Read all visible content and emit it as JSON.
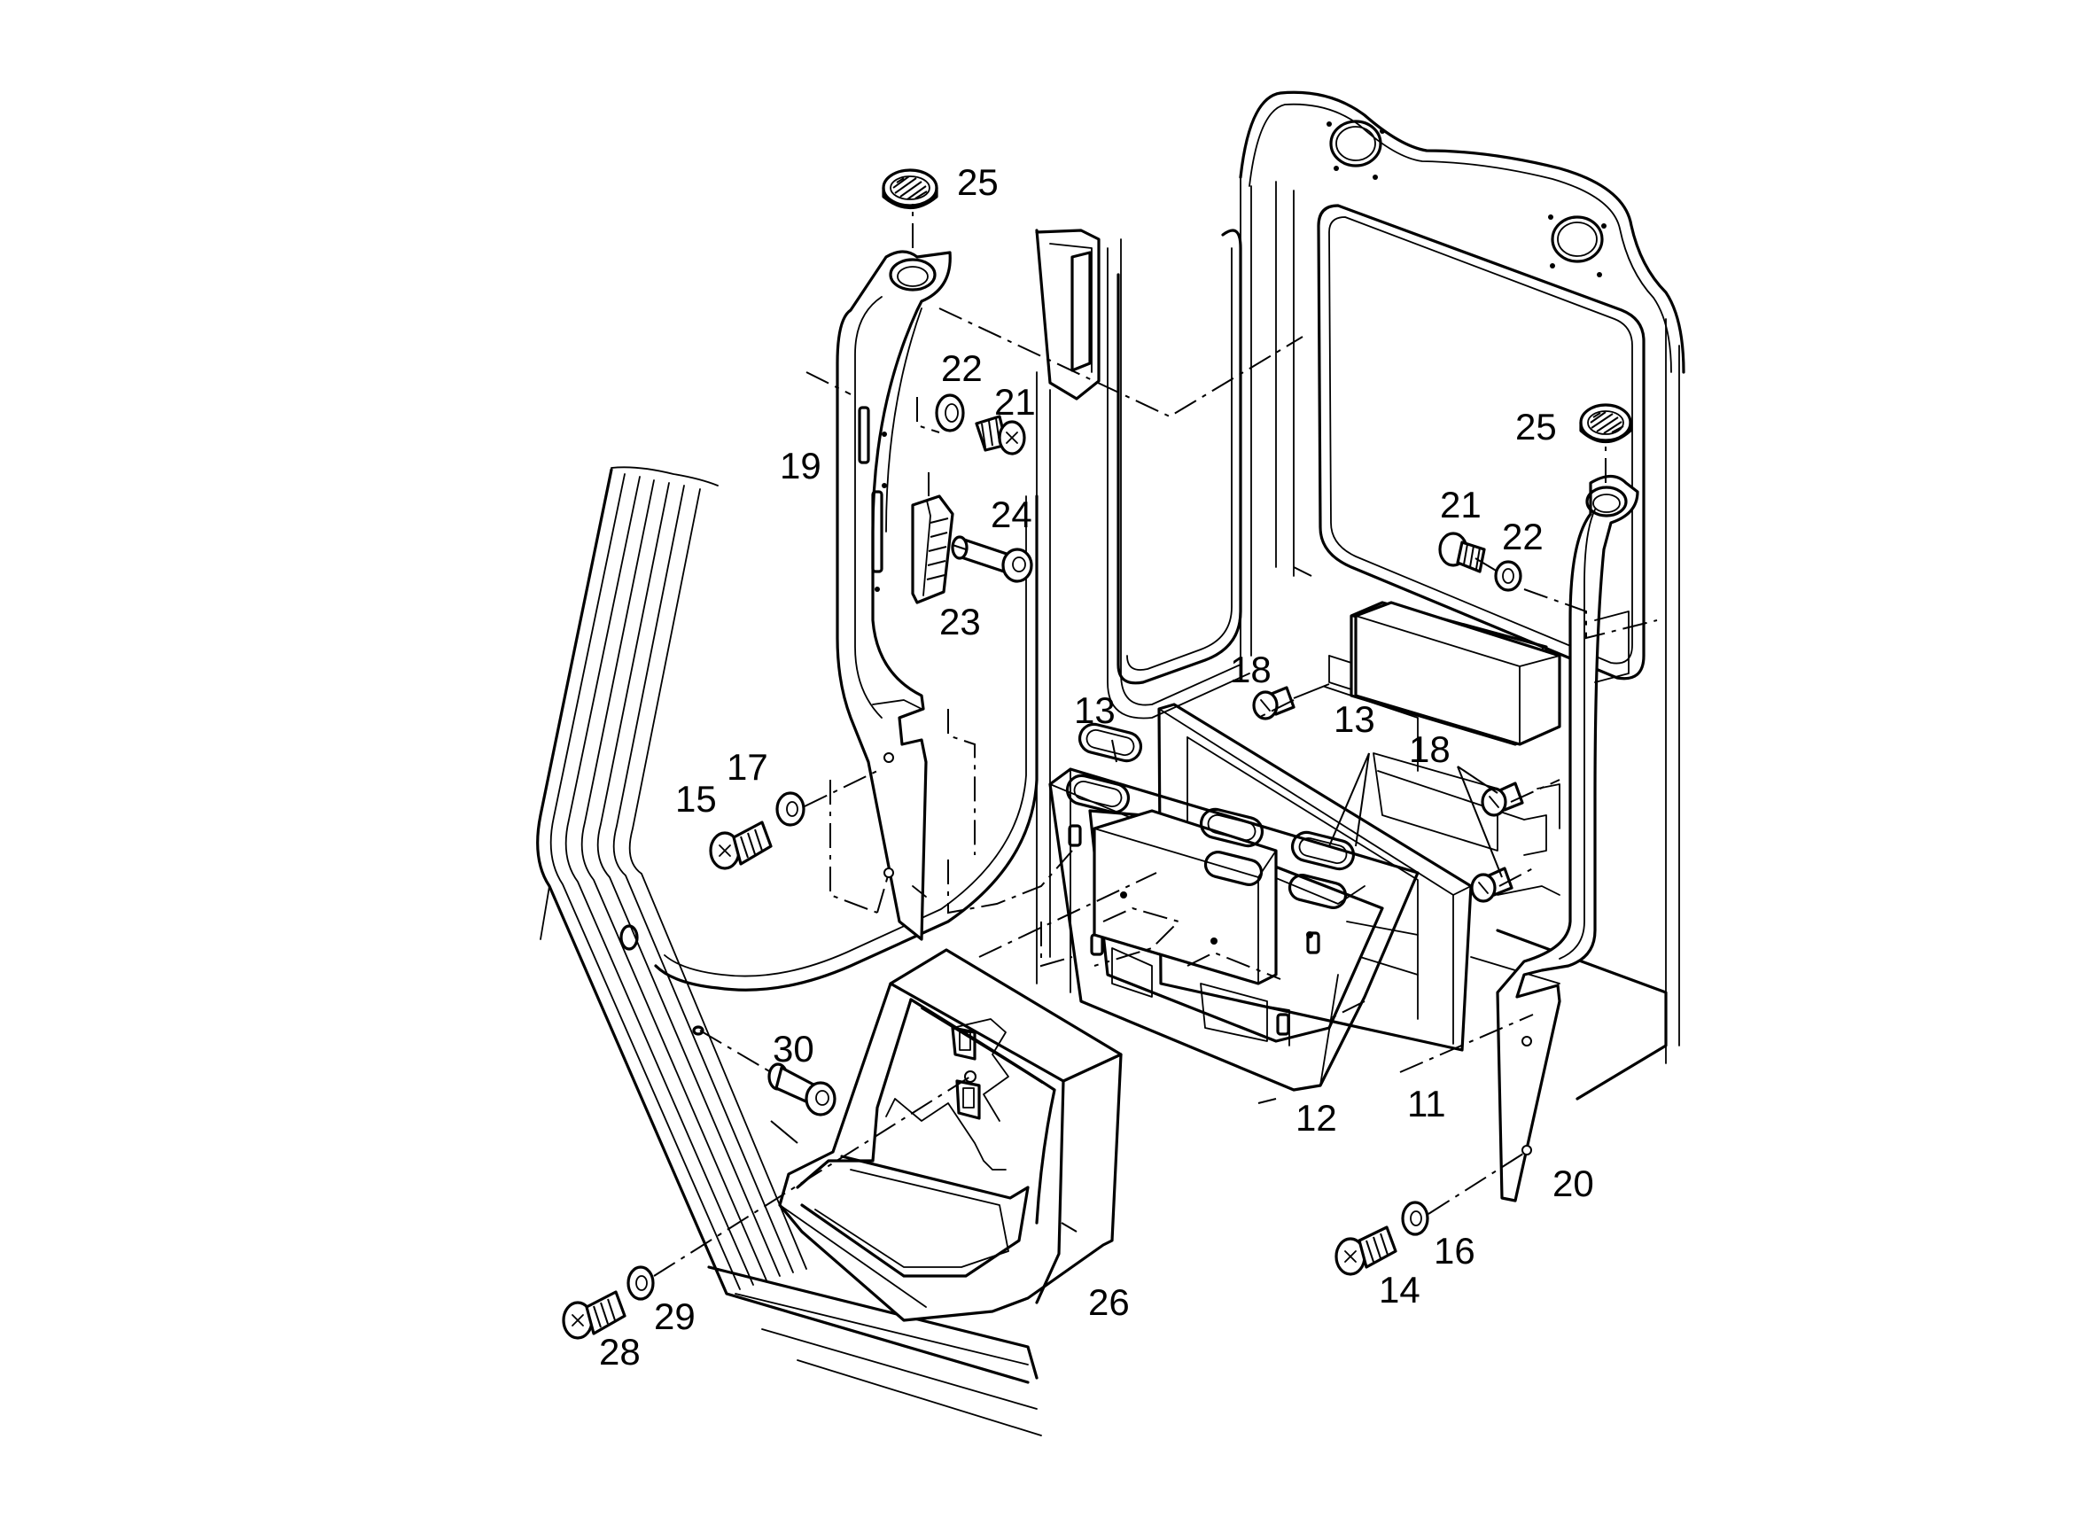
{
  "diagram": {
    "type": "exploded parts illustration",
    "line_color": "#000000",
    "background": "#ffffff",
    "callouts": {
      "c11": "11",
      "c12": "12",
      "c13_left": "13",
      "c13_center": "13",
      "c14": "14",
      "c15": "15",
      "c16": "16",
      "c17": "17",
      "c18_upper": "18",
      "c18_right": "18",
      "c19": "19",
      "c20": "20",
      "c21_left": "21",
      "c21_right": "21",
      "c22_left": "22",
      "c22_right": "22",
      "c23": "23",
      "c24": "24",
      "c25_left": "25",
      "c25_right": "25",
      "c26": "26",
      "c28": "28",
      "c29": "29",
      "c30": "30"
    }
  }
}
